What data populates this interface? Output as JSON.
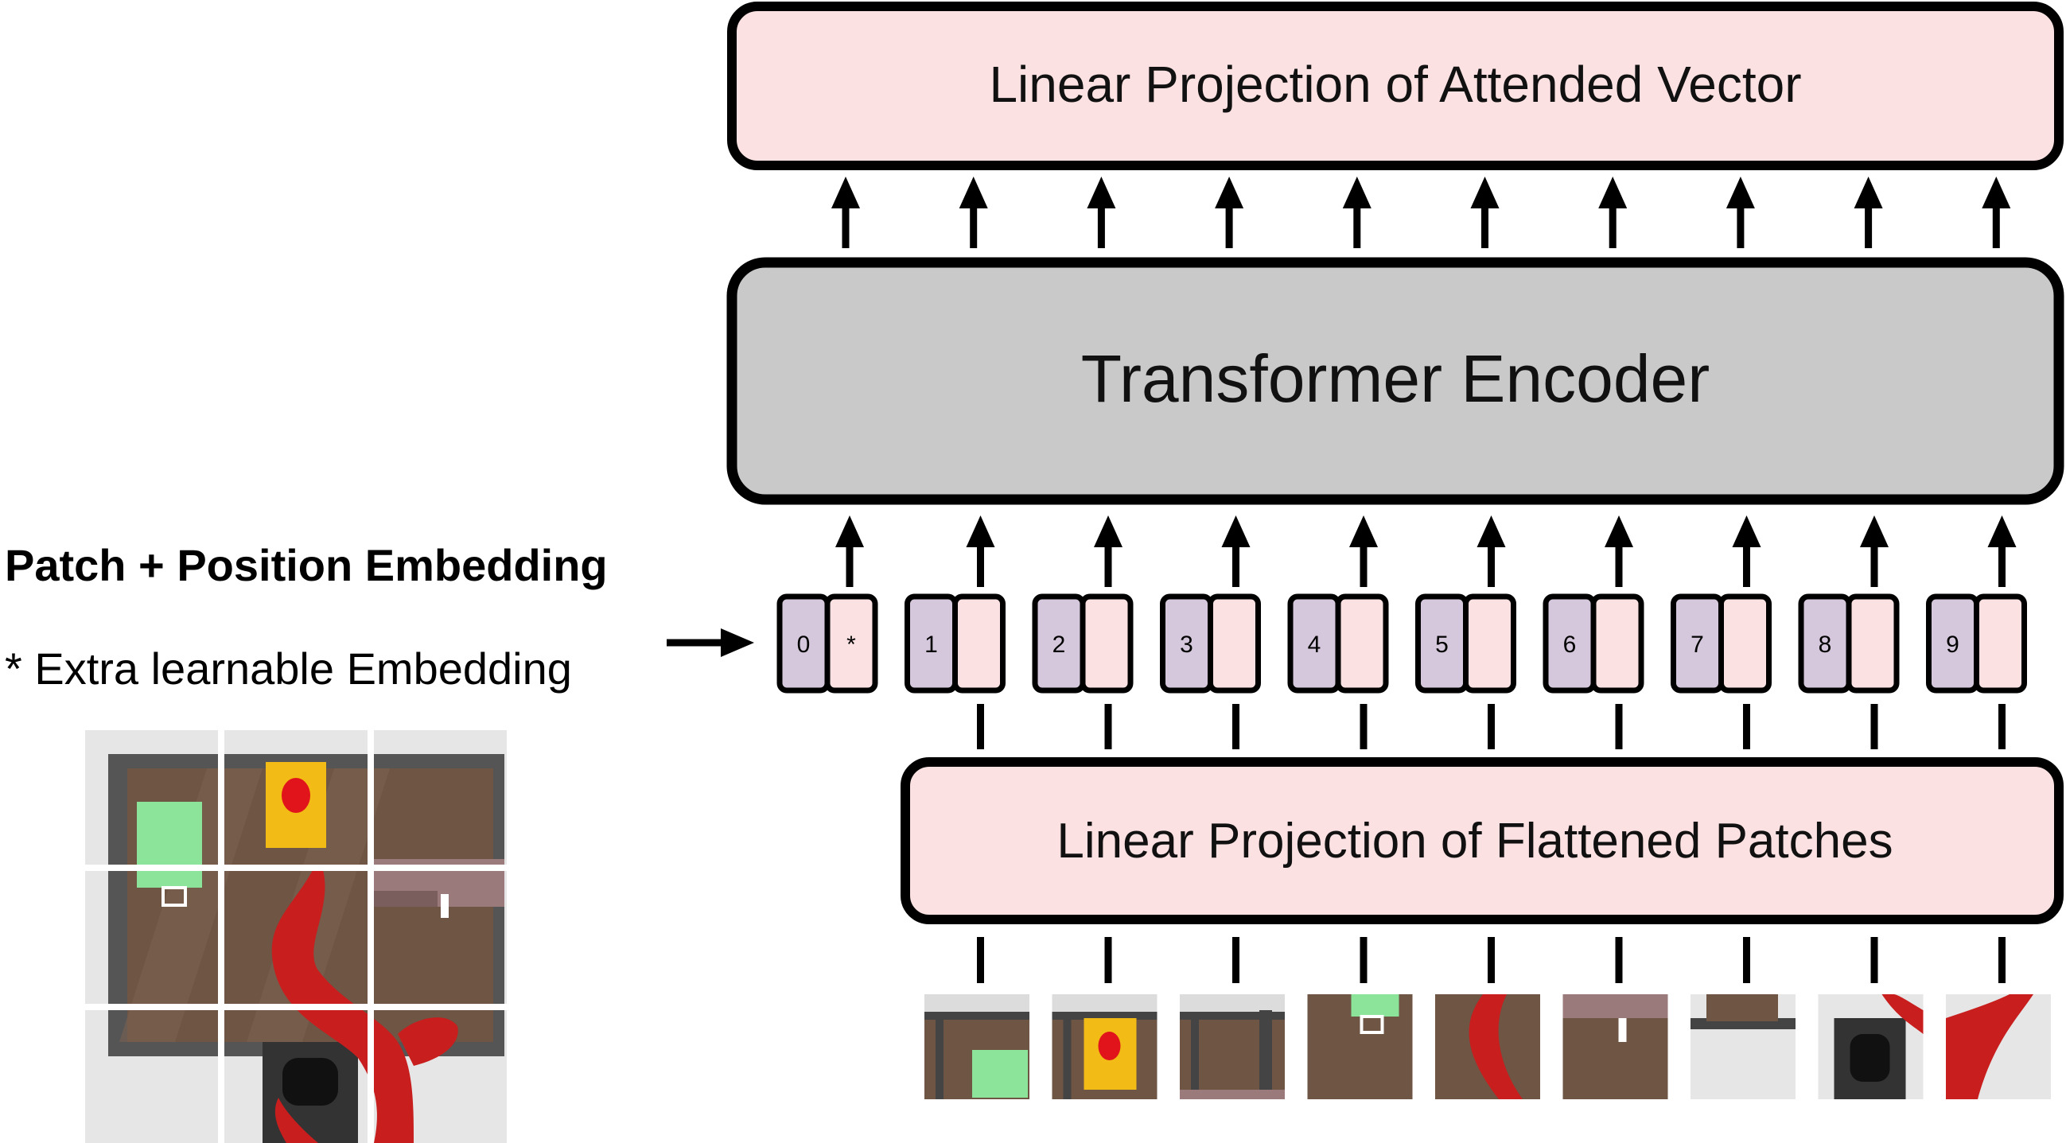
{
  "top_box": {
    "label": "Linear Projection of Attended Vector"
  },
  "encoder_box": {
    "label": "Transformer Encoder"
  },
  "bottom_box": {
    "label": "Linear Projection of Flattened Patches"
  },
  "left_heading": "Patch + Position Embedding",
  "left_note": "* Extra learnable Embedding",
  "tokens": [
    {
      "position": "0",
      "marker": "*"
    },
    {
      "position": "1"
    },
    {
      "position": "2"
    },
    {
      "position": "3"
    },
    {
      "position": "4"
    },
    {
      "position": "5"
    },
    {
      "position": "6"
    },
    {
      "position": "7"
    },
    {
      "position": "8"
    },
    {
      "position": "9"
    }
  ],
  "colors": {
    "pink_fill": "#fbe1e1",
    "gray_fill": "#c9c9c9",
    "position_fill": "#d6c8dc",
    "stroke": "#000000",
    "floor": "#6e5544",
    "green_block": "#8ce39a",
    "yellow_block": "#f2bb16",
    "red_button": "#e0141a",
    "robot_red": "#c81e1e"
  }
}
